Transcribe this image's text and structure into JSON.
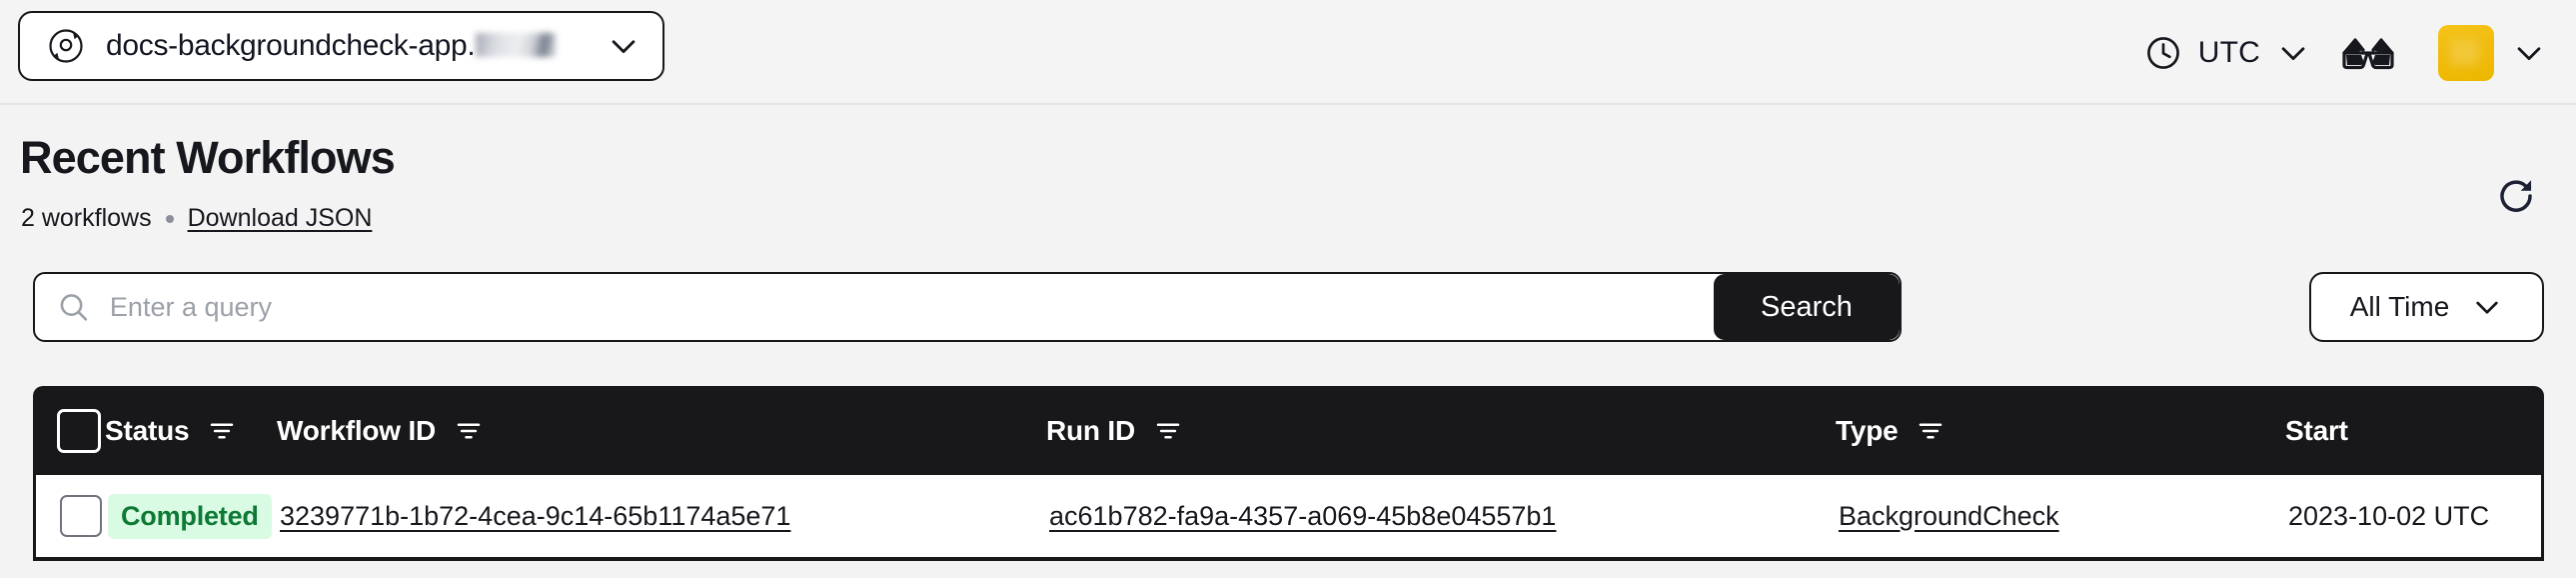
{
  "topbar": {
    "namespace": {
      "icon": "temporal-logo-icon",
      "label": "docs-backgroundcheck-app.",
      "redacted_suffix": true,
      "chevron": "chevron-down-icon"
    },
    "timezone": {
      "icon": "clock-icon",
      "label": "UTC",
      "chevron": "chevron-down-icon"
    },
    "glasses_icon": "glasses-icon",
    "account": {
      "avatar_color": "#f2c012",
      "chevron": "chevron-down-icon"
    }
  },
  "page": {
    "title": "Recent Workflows",
    "count_label": "2 workflows",
    "separator": "•",
    "download_link": "Download JSON",
    "refresh_icon": "refresh-icon"
  },
  "search": {
    "icon": "search-icon",
    "placeholder": "Enter a query",
    "value": "",
    "button_label": "Search",
    "time_range": {
      "label": "All Time",
      "chevron": "chevron-down-icon"
    }
  },
  "table": {
    "select_all_checkbox": false,
    "columns": [
      {
        "key": "status",
        "label": "Status",
        "filter": true
      },
      {
        "key": "workflow_id",
        "label": "Workflow ID",
        "filter": true
      },
      {
        "key": "run_id",
        "label": "Run ID",
        "filter": true
      },
      {
        "key": "type",
        "label": "Type",
        "filter": true
      },
      {
        "key": "start",
        "label": "Start",
        "filter": false
      }
    ],
    "rows": [
      {
        "selected": false,
        "status": "Completed",
        "status_color": "#0e7a35",
        "status_bg": "#d9fbe3",
        "workflow_id": "3239771b-1b72-4cea-9c14-65b1174a5e71",
        "run_id": "ac61b782-fa9a-4357-a069-45b8e04557b1",
        "type": "BackgroundCheck",
        "start": "2023-10-02 UTC"
      }
    ]
  },
  "colors": {
    "page_bg": "#f3f3f4",
    "ink": "#18181b",
    "accent_yellow": "#f2c012",
    "success": "#0e7a35"
  }
}
